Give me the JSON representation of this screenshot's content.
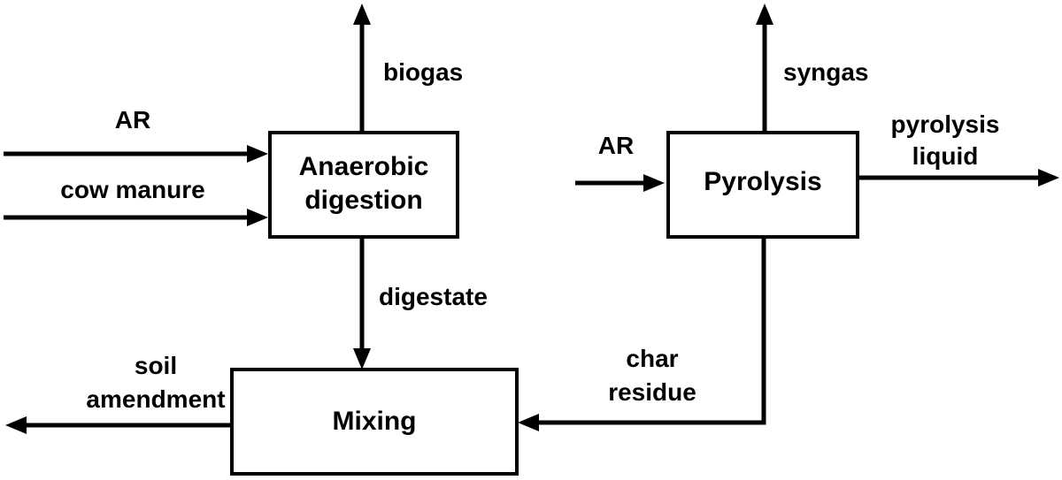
{
  "boxes": {
    "anaerobic": [
      "Anaerobic",
      "digestion"
    ],
    "pyrolysis": "Pyrolysis",
    "mixing": "Mixing"
  },
  "flows": {
    "ar_left": "AR",
    "cow_manure": "cow manure",
    "biogas": "biogas",
    "digestate": "digestate",
    "soil_amendment": [
      "soil",
      "amendment"
    ],
    "ar_right": "AR",
    "syngas": "syngas",
    "pyrolysis_liquid": [
      "pyrolysis",
      "liquid"
    ],
    "char_residue": [
      "char",
      "residue"
    ]
  }
}
